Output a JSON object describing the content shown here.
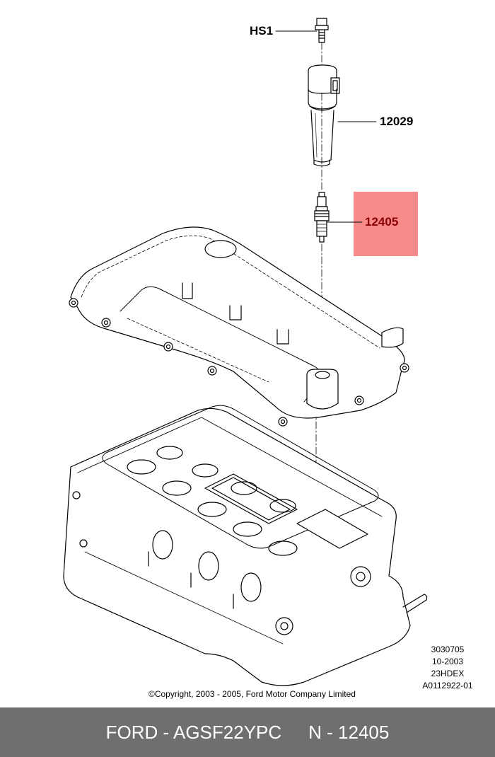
{
  "callouts": {
    "bolt": "HS1",
    "coil": "12029",
    "spark_plug": "12405"
  },
  "highlight_color": "#f88a8a",
  "drawing_codes": [
    "3030705",
    "10-2003",
    "23HDEX",
    "A0112922-01"
  ],
  "copyright": "©Copyright, 2003 - 2005, Ford Motor Company Limited",
  "footer": {
    "part_ref": "FORD - AGSF22YPC",
    "part_number": "N - 12405",
    "background": "#6f6f6f"
  }
}
